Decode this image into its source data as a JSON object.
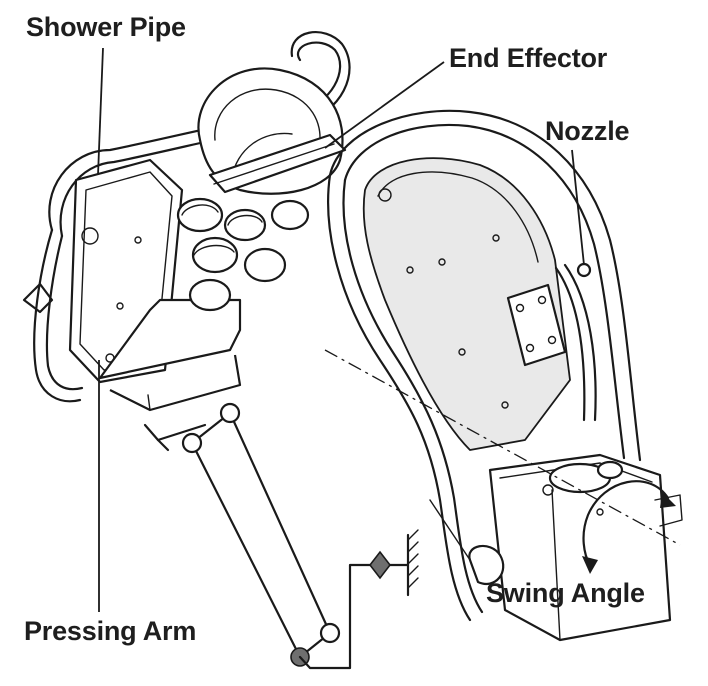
{
  "figure": {
    "labels": {
      "shower_pipe": "Shower Pipe",
      "end_effector": "End Effector",
      "nozzle": "Nozzle",
      "swing_angle": "Swing Angle",
      "pressing_arm": "Pressing Arm"
    },
    "colors": {
      "line": "#1a1a1a",
      "text": "#1e1e1e",
      "fill": "#ffffff",
      "shade": "#e9e9e9",
      "joint_dark": "#6f6f6f"
    }
  }
}
